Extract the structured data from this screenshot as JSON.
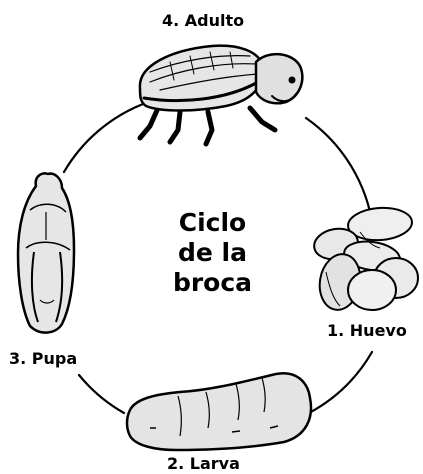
{
  "diagram": {
    "title_lines": [
      "Ciclo",
      "de la",
      "broca"
    ],
    "stages": {
      "adult": {
        "label": "4. Adulto",
        "icon": "beetle-adult-icon"
      },
      "egg": {
        "label": "1. Huevo",
        "icon": "eggs-cluster-icon"
      },
      "larva": {
        "label": "2. Larva",
        "icon": "larva-icon"
      },
      "pupa": {
        "label": "3. Pupa",
        "icon": "pupa-icon"
      }
    },
    "colors": {
      "ink": "#000000",
      "body_fill": "#d9d9d9",
      "background": "#ffffff"
    }
  }
}
